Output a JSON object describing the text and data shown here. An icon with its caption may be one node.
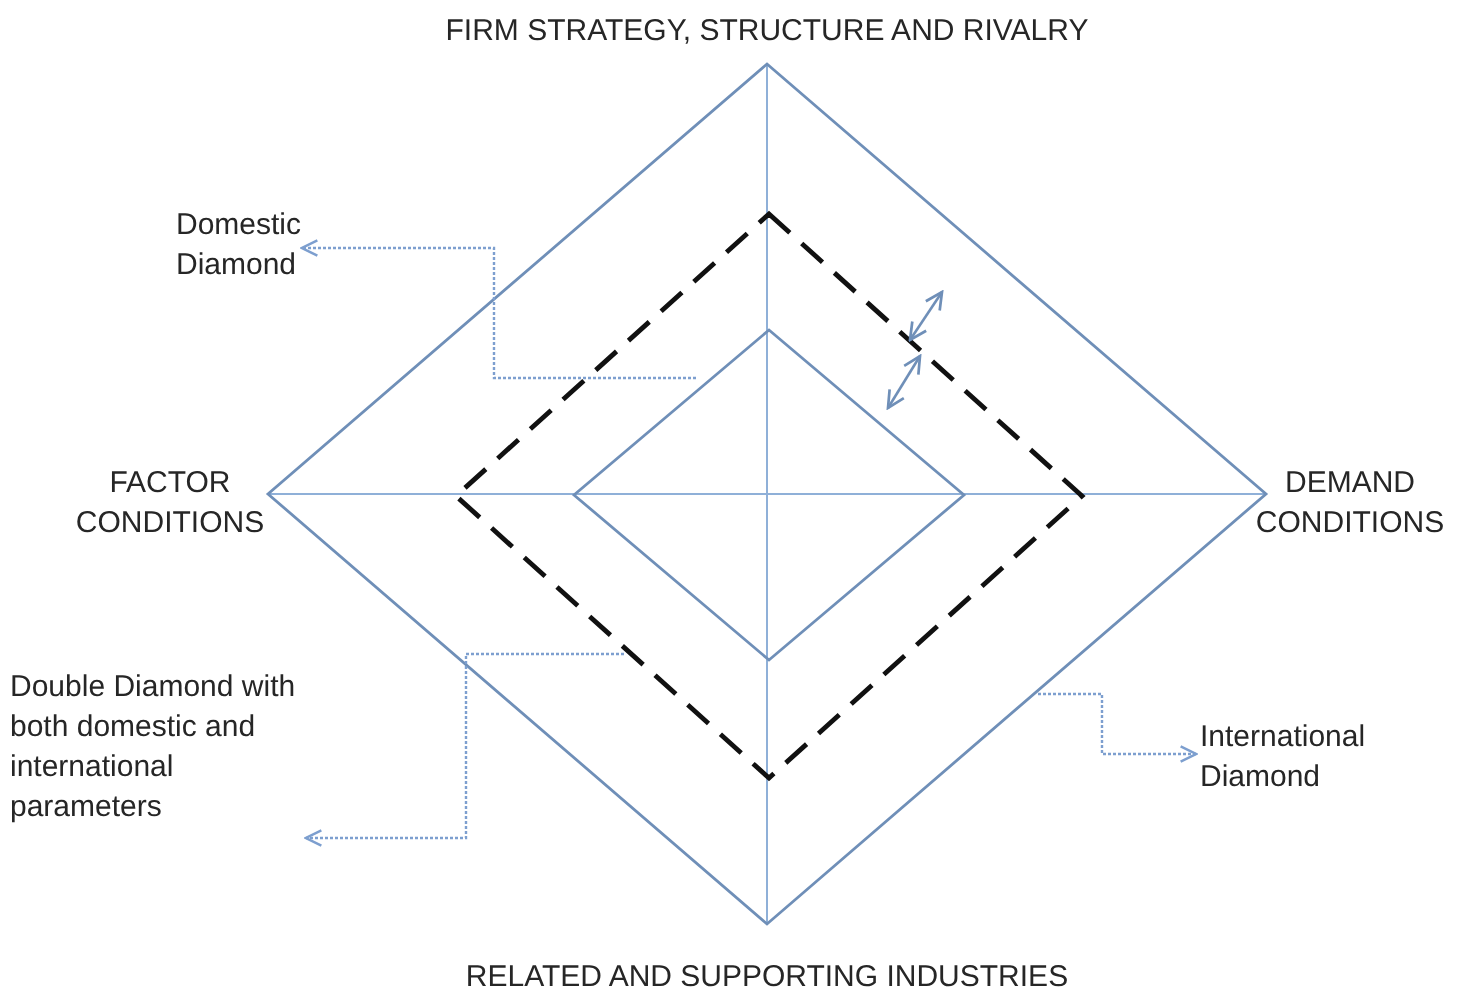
{
  "diagram": {
    "nodes": [
      {
        "text": [],
        "shape": "diamond"
      },
      {
        "text": [],
        "shape": "diamond",
        "in": 0
      },
      {
        "text": [],
        "shape": "diamond",
        "in": 1
      },
      {
        "text": [
          "Domestic Diamond"
        ]
      },
      {
        "text": [
          "Double Diamond with both domestic and international parameters"
        ]
      },
      {
        "text": [
          "International Diamond"
        ]
      }
    ],
    "edges": [
      {
        "from": 2,
        "to": 3,
        "arrow": "to",
        "style": "dashed"
      },
      {
        "from": 1,
        "to": 4,
        "arrow": "to",
        "style": "dashed"
      },
      {
        "from": 0,
        "to": 5,
        "arrow": "to",
        "style": "dashed"
      },
      {
        "from": 1,
        "to": 0,
        "arrow": "both"
      },
      {
        "from": 1,
        "to": 2,
        "arrow": "both"
      }
    ],
    "labels": [
      "FIRM STRATEGY, STRUCTURE AND RIVALRY",
      "FACTOR CONDITIONS",
      "DEMAND CONDITIONS",
      "RELATED AND SUPPORTING INDUSTRIES"
    ]
  }
}
